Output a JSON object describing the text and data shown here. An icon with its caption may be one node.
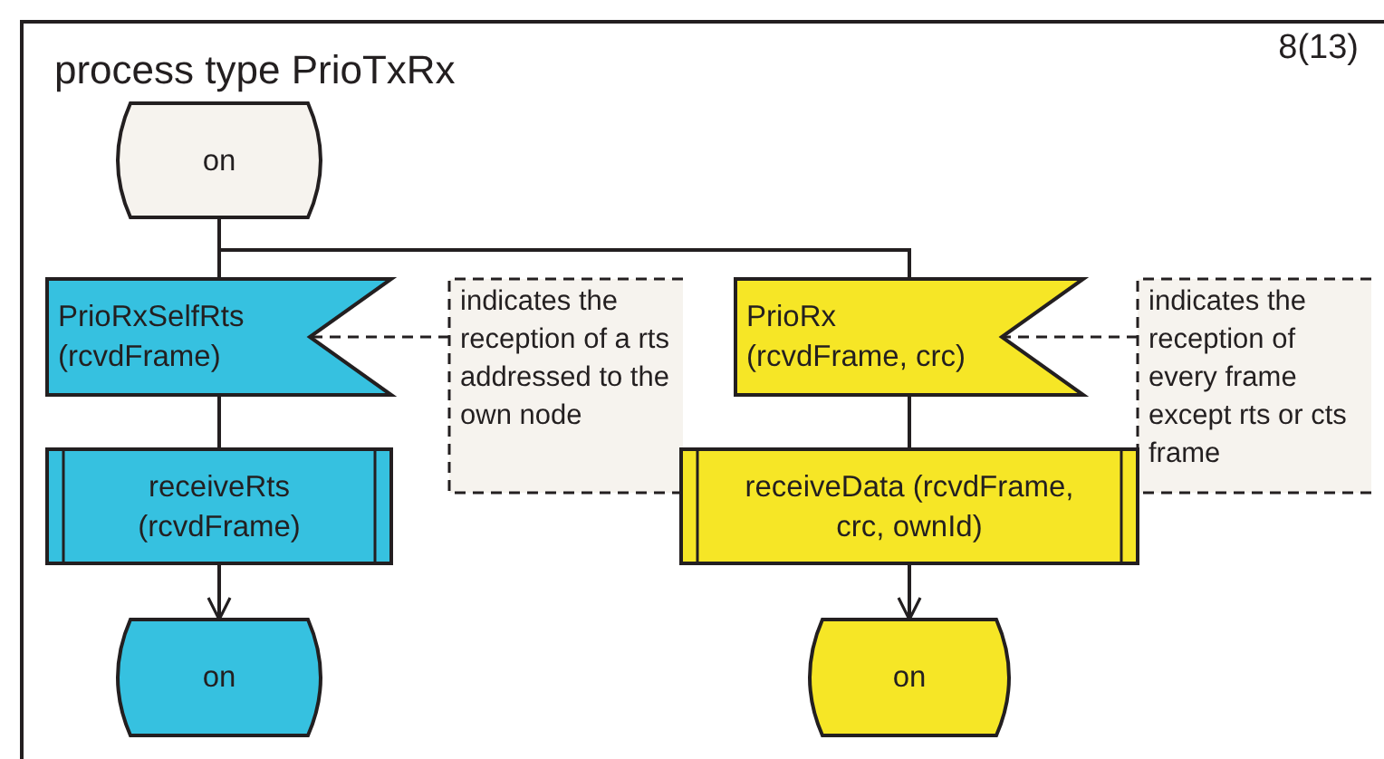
{
  "diagram": {
    "title": "process type PrioTxRx",
    "nodes": [
      {
        "text": [
          "on"
        ]
      },
      {
        "text": [
          "PrioRxSelfRts (rcvdFrame)"
        ]
      },
      {
        "text": [
          "indicates the reception of a rts addressed to the own node"
        ]
      },
      {
        "text": [
          "PrioRx (rcvdFrame, crc)"
        ]
      },
      {
        "text": [
          "indicates the reception of every frame except rts or cts frame"
        ]
      },
      {
        "text": [
          "receiveRts (rcvdFrame)"
        ]
      },
      {
        "text": [
          "receiveData (rcvdFrame, crc, ownId)"
        ]
      },
      {
        "text": [
          "on"
        ]
      },
      {
        "text": [
          "on"
        ]
      }
    ],
    "edges": [
      {
        "from": 0,
        "to": 1,
        "arrow": "none"
      },
      {
        "from": 0,
        "to": 3,
        "arrow": "none"
      },
      {
        "from": 2,
        "to": 1,
        "arrow": "none",
        "style": "dashed"
      },
      {
        "from": 4,
        "to": 3,
        "arrow": "none",
        "style": "dashed"
      },
      {
        "from": 1,
        "to": 5,
        "arrow": "none"
      },
      {
        "from": 3,
        "to": 6,
        "arrow": "none"
      },
      {
        "from": 5,
        "to": 7,
        "arrow": "to"
      },
      {
        "from": 6,
        "to": 8,
        "arrow": "to"
      }
    ],
    "labels": [
      "8(13)"
    ]
  }
}
